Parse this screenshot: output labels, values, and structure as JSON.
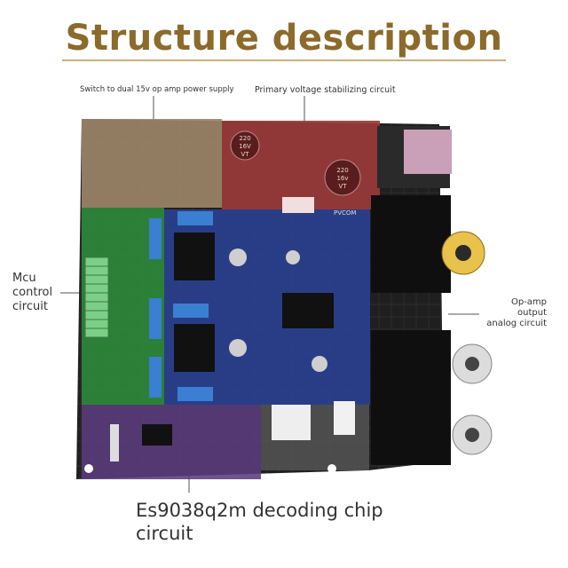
{
  "title": "Structure description",
  "labels": {
    "switch": "Switch to dual 15v op amp power supply",
    "primary": "Primary voltage stabilizing circuit",
    "mcu": [
      "Mcu",
      "control",
      "circuit"
    ],
    "opamp": [
      "Op-amp",
      "output",
      "analog circuit"
    ],
    "decoding": [
      "Es9038q2m decoding chip",
      "circuit"
    ]
  },
  "silkscreen": {
    "cap1": [
      "220",
      "16V",
      "VT"
    ],
    "cap2": [
      "220",
      "16v",
      "VT"
    ],
    "pvcom": "PVCOM"
  },
  "colors": {
    "title": "#8b6a2b",
    "pcb": "#1f1f1f",
    "brown_zone": "#9c8467",
    "red_zone": "#9a3b3b",
    "green_zone": "#2e8a3a",
    "blue_zone": "#2a3f8f",
    "purple_zone": "#5b3c7d"
  }
}
